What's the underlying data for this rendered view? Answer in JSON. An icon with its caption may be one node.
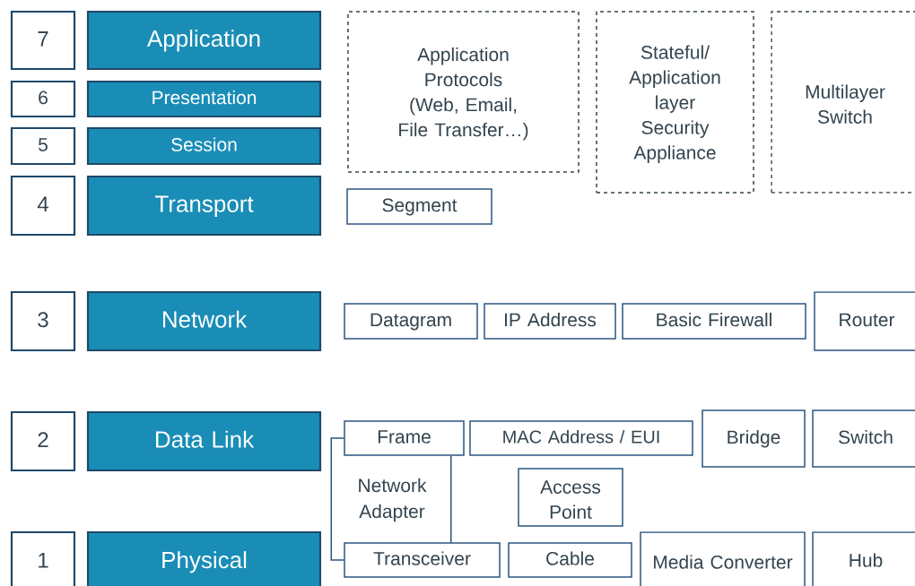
{
  "diagram": {
    "nodes": [
      {
        "text": [
          "7"
        ]
      },
      {
        "text": [
          "Application"
        ]
      },
      {
        "text": [
          "Application Protocols (Web, Email, File Transfer…)"
        ]
      },
      {
        "text": [
          "Stateful/ Application layer Security Appliance"
        ]
      },
      {
        "text": [
          "Multilayer Switch"
        ]
      },
      {
        "text": [
          "6"
        ]
      },
      {
        "text": [
          "Presentation"
        ]
      },
      {
        "text": [
          "5"
        ]
      },
      {
        "text": [
          "Session"
        ]
      },
      {
        "text": [
          "4"
        ]
      },
      {
        "text": [
          "Transport"
        ]
      },
      {
        "text": [
          "Segment"
        ]
      },
      {
        "text": [
          "3"
        ]
      },
      {
        "text": [
          "Network"
        ]
      },
      {
        "text": [
          "Datagram"
        ]
      },
      {
        "text": [
          "IP Address"
        ]
      },
      {
        "text": [
          "Basic Firewall"
        ]
      },
      {
        "text": [
          "Router"
        ]
      },
      {
        "text": [
          "2"
        ]
      },
      {
        "text": [
          "Data Link"
        ]
      },
      {
        "text": [
          "Frame"
        ]
      },
      {
        "text": [
          "MAC Address / EUI"
        ]
      },
      {
        "text": [
          "Bridge"
        ]
      },
      {
        "text": [
          "Switch"
        ]
      },
      {
        "text": [
          "Access Point"
        ]
      },
      {
        "text": [
          "1"
        ]
      },
      {
        "text": [
          "Physical"
        ]
      },
      {
        "text": [
          "Transceiver"
        ]
      },
      {
        "text": [
          "Cable"
        ]
      },
      {
        "text": [
          "Media Converter"
        ]
      },
      {
        "text": [
          "Hub"
        ]
      }
    ],
    "edges": [
      {
        "from": 20,
        "to": 27,
        "arrow": "none"
      },
      {
        "from": 20,
        "to": 27,
        "arrow": "none"
      }
    ],
    "labels": [
      "Network Adapter"
    ]
  }
}
